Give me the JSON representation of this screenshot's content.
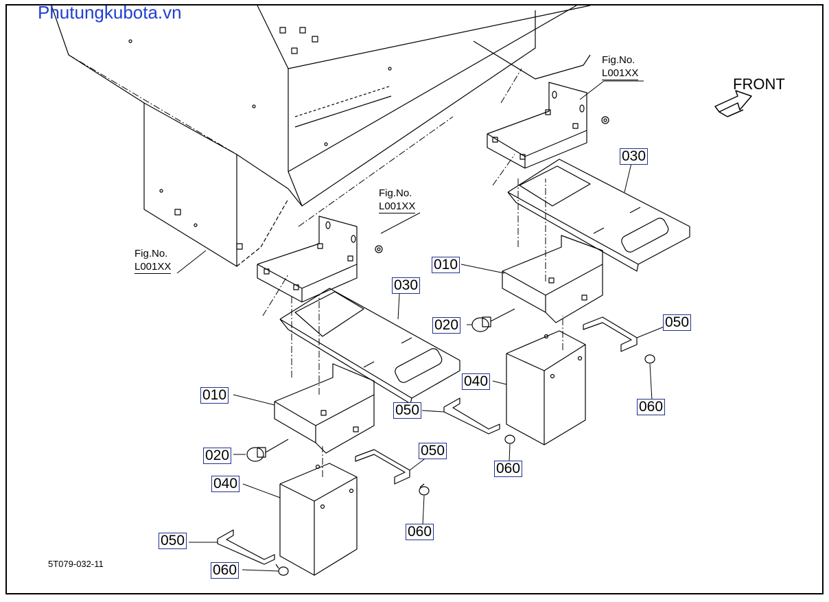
{
  "watermark": "Phutungkubota.vn",
  "direction_label": "FRONT",
  "drawing_number": "5T079-032-11",
  "figure_refs": [
    {
      "label": "Fig.No.",
      "code": "L001XX"
    },
    {
      "label": "Fig.No.",
      "code": "L001XX"
    },
    {
      "label": "Fig.No.",
      "code": "L001XX"
    }
  ],
  "parts": [
    {
      "code": "010"
    },
    {
      "code": "010"
    },
    {
      "code": "020"
    },
    {
      "code": "020"
    },
    {
      "code": "030"
    },
    {
      "code": "030"
    },
    {
      "code": "040"
    },
    {
      "code": "040"
    },
    {
      "code": "050"
    },
    {
      "code": "050"
    },
    {
      "code": "050"
    },
    {
      "code": "050"
    },
    {
      "code": "060"
    },
    {
      "code": "060"
    },
    {
      "code": "060"
    },
    {
      "code": "060"
    }
  ]
}
